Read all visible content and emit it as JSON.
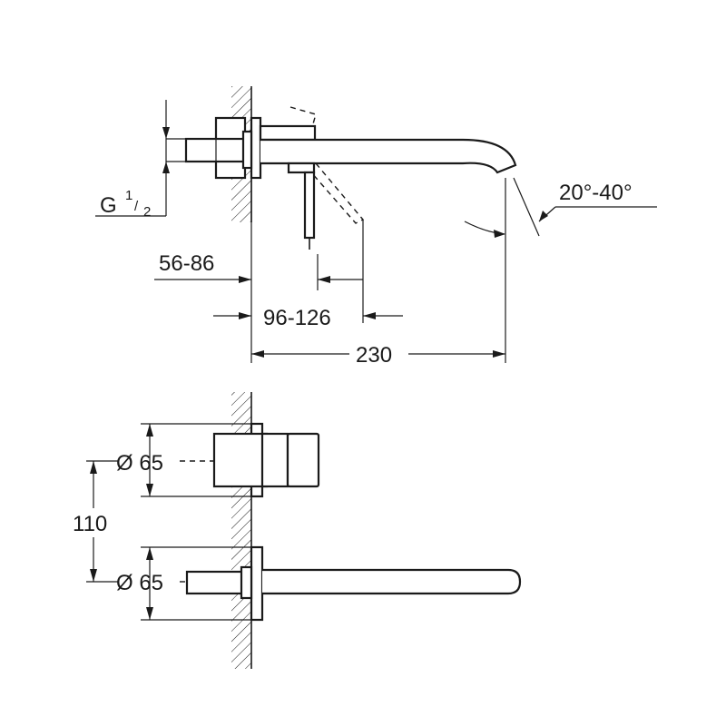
{
  "diagram": {
    "side_view": {
      "thread_label": {
        "main": "G",
        "sup": "1",
        "sub": "2",
        "slash": "/"
      },
      "dim_mount_depth": "56-86",
      "dim_lever_depth": "96-126",
      "dim_spout_length": "230",
      "dim_angle": "20°-40°"
    },
    "front_view": {
      "dim_upper_diameter": "Ø 65",
      "dim_center_distance": "110",
      "dim_lower_diameter": "Ø 65"
    }
  }
}
